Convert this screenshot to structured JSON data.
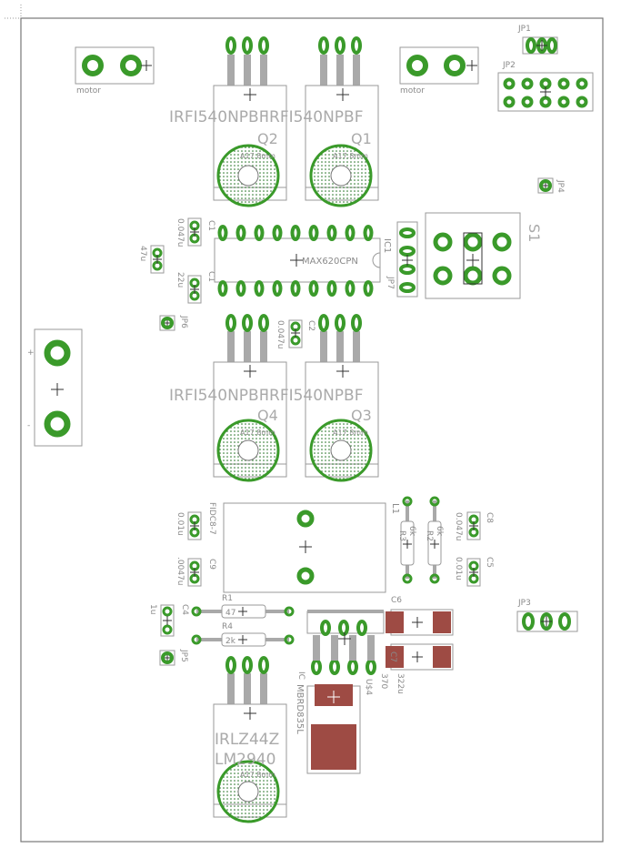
{
  "colors": {
    "pad_green": "#3a9a2a",
    "trace_gray": "#a9a9a9",
    "outline_gray": "#9a9a9a",
    "label_gray": "#8a8a8a",
    "smd_brown": "#9e4b44",
    "dots": "#1f6f1f"
  },
  "labels": {
    "motor_left": "motor",
    "motor_right": "motor",
    "jp1": "JP1",
    "jp2": "JP2",
    "jp3": "JP3",
    "jp4": "JP4",
    "jp5": "JP5",
    "jp6": "JP6",
    "jp7": "JP7",
    "s1": "S1",
    "q_part": "IRFI540NPBF",
    "q2": "Q2",
    "q1": "Q1",
    "q4": "Q4",
    "q3": "Q3",
    "hs_size": "A17.8mm",
    "c1a": "C1",
    "c1a_val": "0.047u",
    "c1b": "C1",
    "c1b_val": "22u",
    "c47": "47u",
    "c2": "C2",
    "c2_val": "0.047u",
    "ic1": "IC1",
    "ic1_part": "MAX620CPN",
    "psu_plus": "+",
    "psu_minus": "-",
    "fid": "FIDC8-7",
    "fid_val": "0.01u",
    "c9": "C9",
    "c9_val": ".0047u",
    "c4": "C4",
    "c4_val": "1u",
    "r1": "R1",
    "r1_val": "47",
    "r4": "R4",
    "r4_val": "2k",
    "l1": "L1",
    "r3": "R3",
    "r3_val": "6k",
    "r2": "R2",
    "r2_val": "6k",
    "c8": "C8",
    "c8_val": "0.047u",
    "c5": "C5",
    "c5_val": "0.01u",
    "c6": "C6",
    "c7": "C7",
    "c7_val": "322u",
    "val_370": "370",
    "u4": "U$4",
    "ic_label": "IC",
    "mbrd": "MBRD835L",
    "irlz": "IRLZ44Z",
    "lm": "LM2940",
    "hs_size2": "A17.8mm"
  }
}
